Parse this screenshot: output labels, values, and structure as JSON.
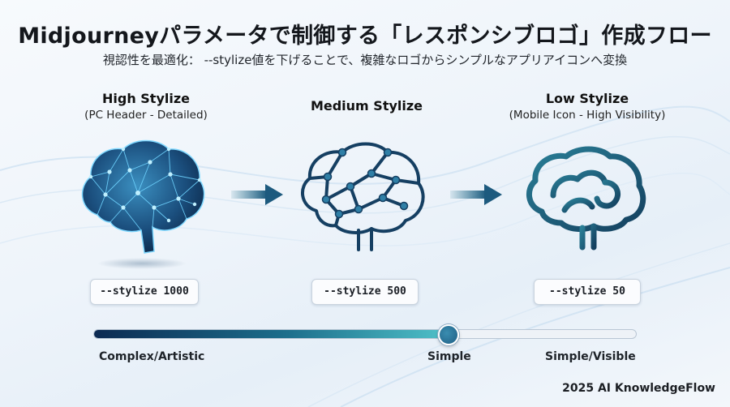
{
  "header": {
    "title": "Midjourneyパラメータで制御する「レスポンシブロゴ」作成フロー",
    "subtitle": "視認性を最適化： --stylize値を下げることで、複雑なロゴからシンプルなアプリアイコンへ変換"
  },
  "stages": [
    {
      "title": "High Stylize",
      "subtitle": "(PC Header - Detailed)",
      "parameter": "--stylize 1000"
    },
    {
      "title": "Medium Stylize",
      "subtitle": "",
      "parameter": "--stylize 500"
    },
    {
      "title": "Low Stylize",
      "subtitle": "(Mobile Icon - High Visibility)",
      "parameter": "--stylize 50"
    }
  ],
  "slider": {
    "value_fraction": 0.65,
    "labels": {
      "left": "Complex/Artistic",
      "mid": "Simple",
      "right": "Simple/Visible"
    }
  },
  "footer": {
    "credit": "2025 AI KnowledgeFlow"
  },
  "colors": {
    "dark_navy": "#0c2a52",
    "teal": "#1d6f8c",
    "glow": "#5fd0ff"
  },
  "icons": [
    "detailed-brain-icon",
    "medium-brain-icon",
    "simple-brain-icon",
    "arrow-right-icon"
  ]
}
